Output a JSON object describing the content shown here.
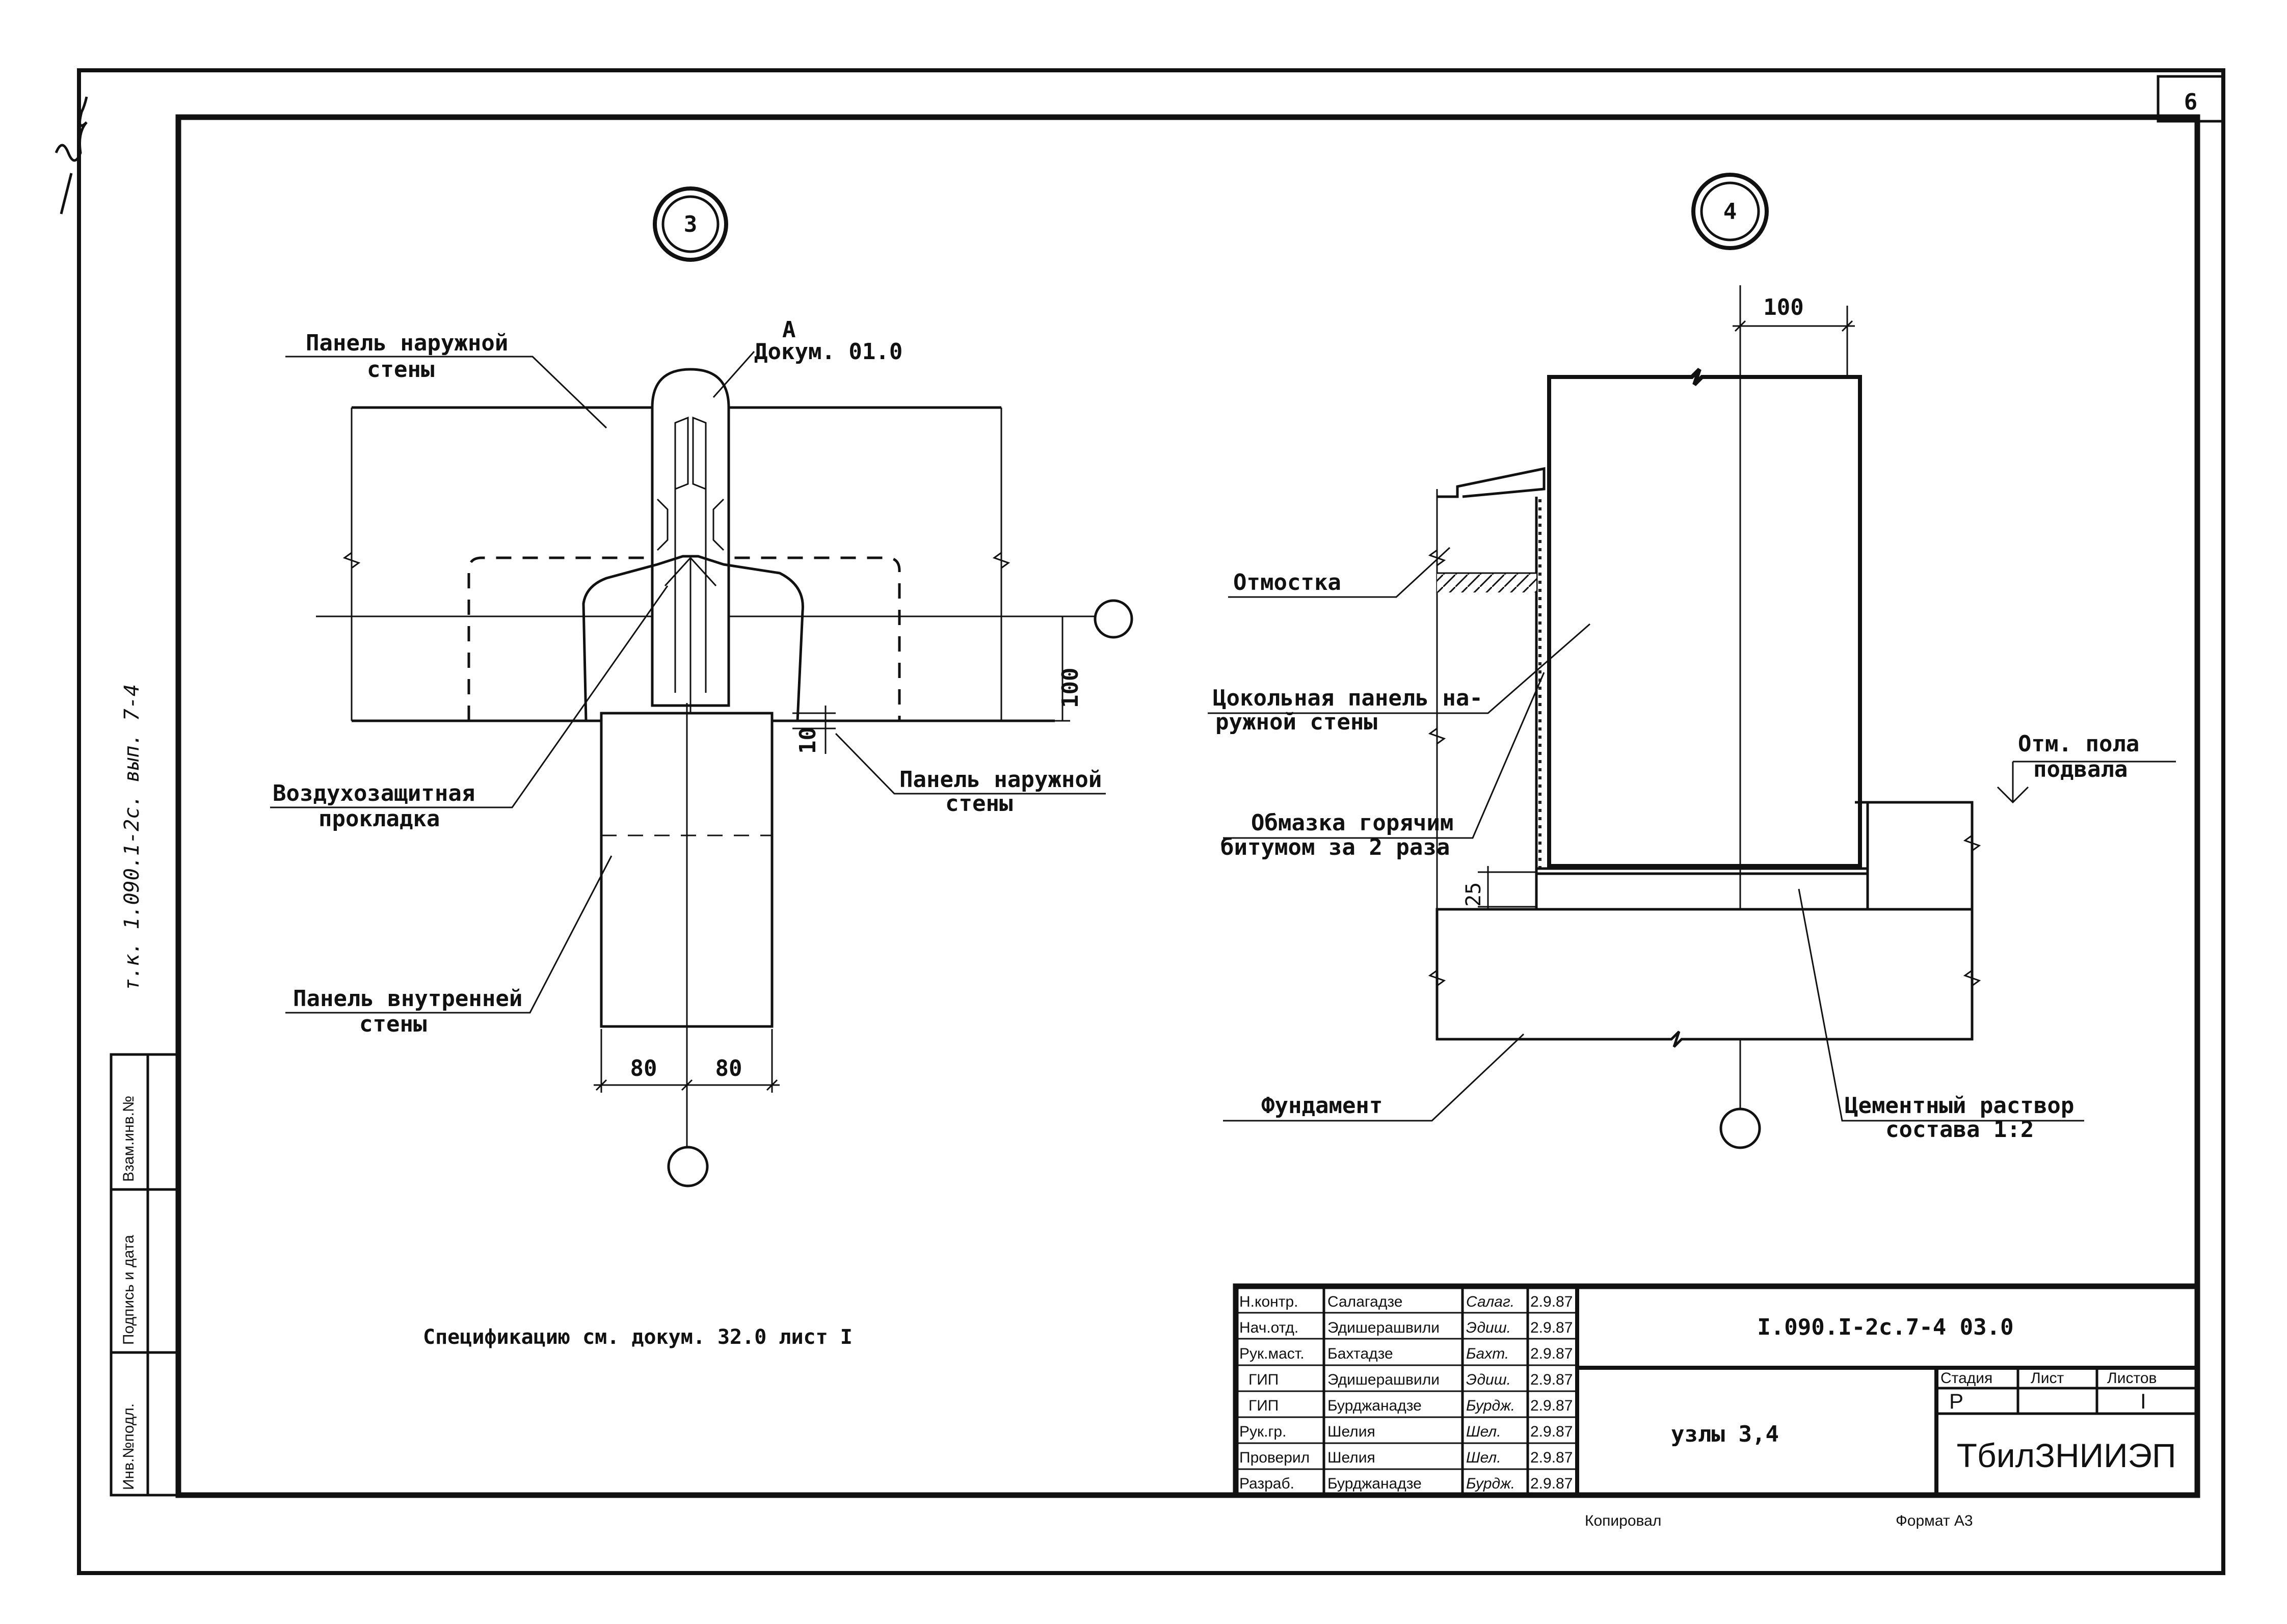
{
  "sheet_number": "6",
  "side_stamp": "т.к. 1.090.1-2с. вып. 7-4",
  "side_columns": [
    "Инв.№подл.",
    "Подпись и дата",
    "Взам.инв.№"
  ],
  "footer": {
    "copied": "Копировал",
    "format": "Формат А3"
  },
  "node3": {
    "marker": "3",
    "label_A": "А",
    "label_doc": "Докум. 01.0",
    "outer_panel_top": [
      "Панель наружной",
      "стены"
    ],
    "air_seal": [
      "Воздухозащитная",
      "прокладка"
    ],
    "outer_panel_right": [
      "Панель наружной",
      "стены"
    ],
    "inner_panel": [
      "Панель внутренней",
      "стены"
    ],
    "dim_100": "100",
    "dim_10": "10",
    "dim_80_left": "80",
    "dim_80_right": "80"
  },
  "node4": {
    "marker": "4",
    "dim_100": "100",
    "blind_area": "Отмостка",
    "plinth_panel": [
      "Цокольная панель на-",
      "ружной стены"
    ],
    "bitumen": [
      "Обмазка горячим",
      "битумом за 2 раза"
    ],
    "dim_25": "25",
    "floor_level": [
      "Отм. пола",
      "подвала"
    ],
    "foundation": "Фундамент",
    "mortar": [
      "Цементный раствор",
      "состава 1:2"
    ]
  },
  "spec_note": "Спецификацию см. докум. 32.0 лист I",
  "title_block": {
    "doc_code": "I.090.I-2с.7-4 03.0",
    "title": "узлы 3,4",
    "stage_header": "Стадия",
    "sheet_header": "Лист",
    "sheets_header": "Листов",
    "stage": "Р",
    "sheets": "I",
    "org": "ТбилЗНИИЭП",
    "rows": [
      {
        "role": "Н.контр.",
        "name": "Салагадзе",
        "sign": "Салаг.",
        "date": "2.9.87"
      },
      {
        "role": "Нач.отд.",
        "name": "Эдишерашвили",
        "sign": "Эдиш.",
        "date": "2.9.87"
      },
      {
        "role": "Рук.маст.",
        "name": "Бахтадзе",
        "sign": "Бахт.",
        "date": "2.9.87"
      },
      {
        "role": "ГИП",
        "name": "Эдишерашвили",
        "sign": "Эдиш.",
        "date": "2.9.87"
      },
      {
        "role": "ГИП",
        "name": "Бурджанадзе",
        "sign": "Бурдж.",
        "date": "2.9.87"
      },
      {
        "role": "Рук.гр.",
        "name": "Шелия",
        "sign": "Шел.",
        "date": "2.9.87"
      },
      {
        "role": "Проверил",
        "name": "Шелия",
        "sign": "Шел.",
        "date": "2.9.87"
      },
      {
        "role": "Разраб.",
        "name": "Бурджанадзе",
        "sign": "Бурдж.",
        "date": "2.9.87"
      }
    ]
  }
}
